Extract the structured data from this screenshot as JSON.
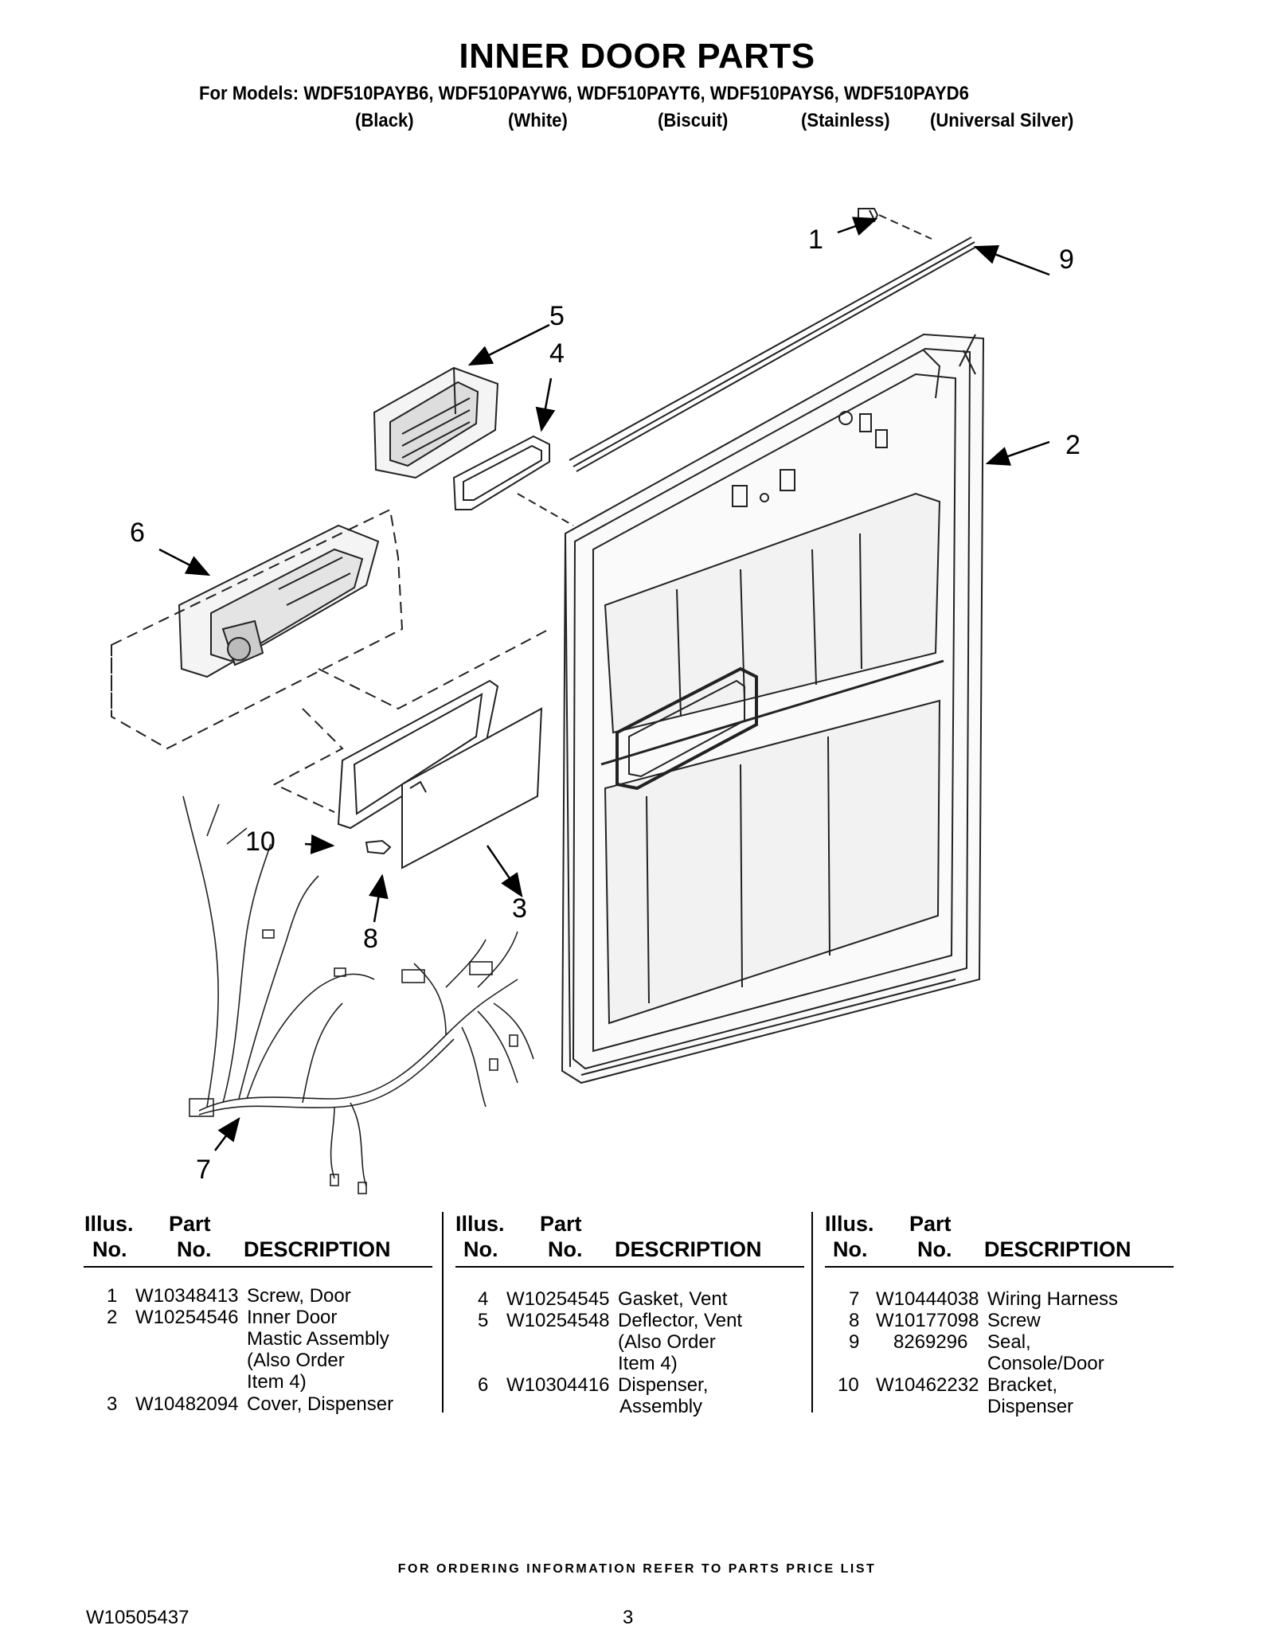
{
  "header": {
    "title": "INNER DOOR PARTS",
    "models_line": "For Models: WDF510PAYB6, WDF510PAYW6, WDF510PAYT6, WDF510PAYS6, WDF510PAYD6",
    "colors": [
      "(Black)",
      "(White)",
      "(Biscuit)",
      "(Stainless)",
      "(Universal Silver)"
    ]
  },
  "diagram": {
    "callouts": [
      "1",
      "2",
      "3",
      "4",
      "5",
      "6",
      "7",
      "8",
      "9",
      "10"
    ]
  },
  "parts_table": {
    "header": {
      "illus": "Illus.",
      "part": "Part",
      "no": "No.",
      "description": "DESCRIPTION"
    },
    "columns": [
      {
        "rows": [
          {
            "illus": "1",
            "part": "W10348413",
            "desc": [
              "Screw, Door"
            ]
          },
          {
            "illus": "2",
            "part": "W10254546",
            "desc": [
              "Inner Door",
              "Mastic Assembly",
              "(Also Order",
              "Item 4)"
            ]
          },
          {
            "illus": "3",
            "part": "W10482094",
            "desc": [
              "Cover, Dispenser"
            ]
          }
        ]
      },
      {
        "rows": [
          {
            "illus": "4",
            "part": "W10254545",
            "desc": [
              "Gasket, Vent"
            ]
          },
          {
            "illus": "5",
            "part": "W10254548",
            "desc": [
              "Deflector, Vent",
              "(Also Order",
              "Item 4)"
            ]
          },
          {
            "illus": "6",
            "part": "W10304416",
            "desc": [
              "Dispenser,",
              "Assembly"
            ]
          }
        ]
      },
      {
        "rows": [
          {
            "illus": "7",
            "part": "W10444038",
            "desc": [
              "Wiring Harness"
            ]
          },
          {
            "illus": "8",
            "part": "W10177098",
            "desc": [
              "Screw"
            ]
          },
          {
            "illus": "9",
            "part": "8269296",
            "desc": [
              "Seal,",
              "Console/Door"
            ]
          },
          {
            "illus": "10",
            "part": "W10462232",
            "desc": [
              "Bracket,",
              "Dispenser"
            ]
          }
        ]
      }
    ]
  },
  "footer": {
    "note": "FOR ORDERING INFORMATION REFER TO PARTS PRICE LIST",
    "doc_number": "W10505437",
    "page": "3"
  }
}
